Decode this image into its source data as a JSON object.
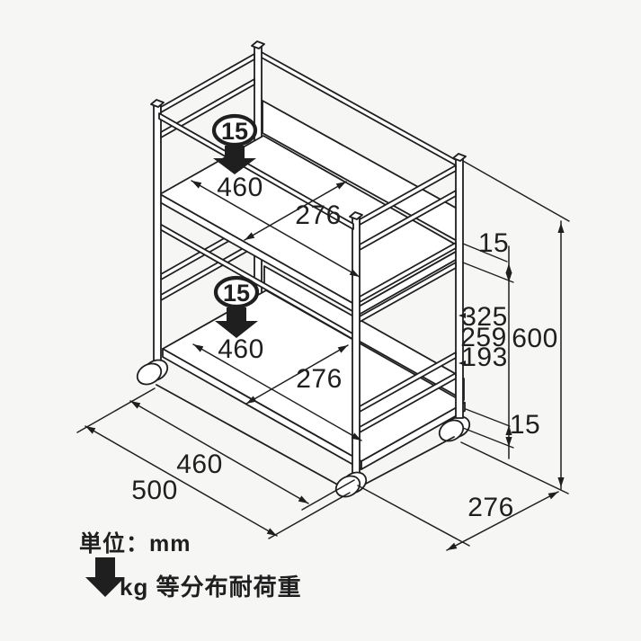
{
  "colors": {
    "ink": "#1f1f1f",
    "paper": "#f6f6f4"
  },
  "labels": {
    "top_shelf": {
      "load_capacity": "15",
      "width": "460",
      "depth": "276"
    },
    "bottom_shelf": {
      "load_capacity": "15",
      "width": "460",
      "depth": "276"
    },
    "right_side": {
      "top_gap": "15",
      "shelf_height_1": "325",
      "shelf_height_2": "259",
      "shelf_height_3": "193",
      "overall_height": "600",
      "bottom_gap": "15"
    },
    "bottom": {
      "inner_width": "460",
      "overall_width": "500",
      "depth": "276"
    },
    "footer": {
      "unit_note": "単位：mm",
      "load_note": "kg 等分布耐荷重"
    }
  }
}
